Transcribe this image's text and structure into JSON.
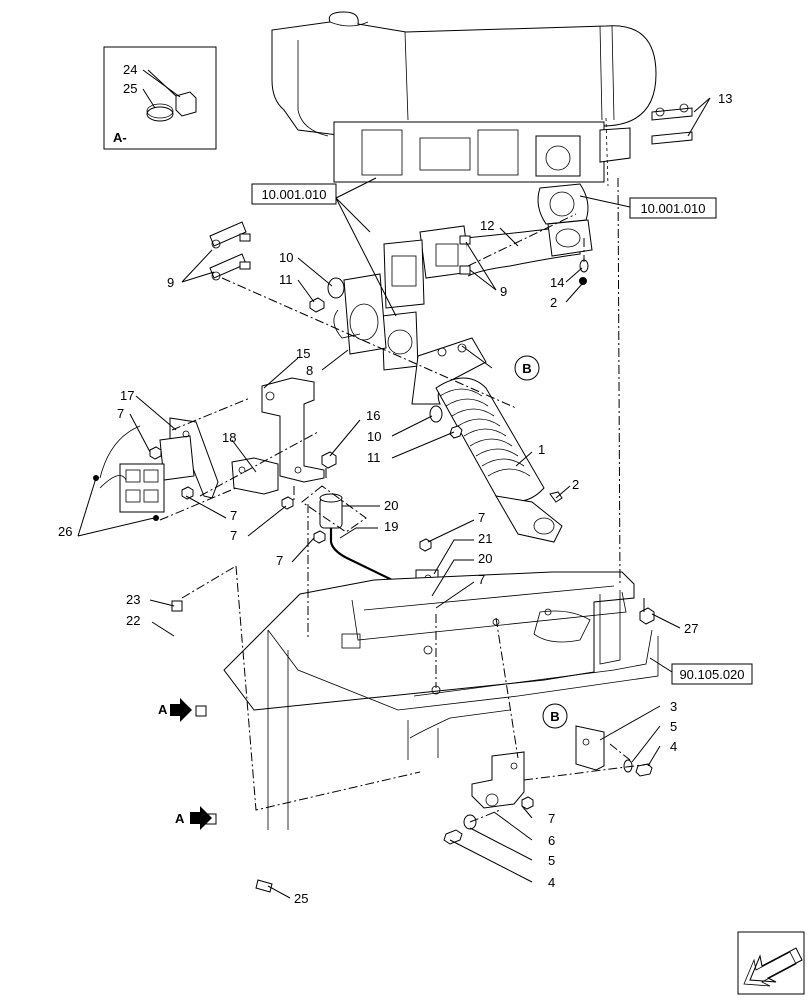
{
  "callouts": {
    "n1": "1",
    "n2a": "2",
    "n2b": "2",
    "n3": "3",
    "n4a": "4",
    "n4b": "4",
    "n5a": "5",
    "n5b": "5",
    "n6": "6",
    "n7a": "7",
    "n7b": "7",
    "n7c": "7",
    "n7d": "7",
    "n7e": "7",
    "n7f": "7",
    "n7g": "7",
    "n8": "8",
    "n9a": "9",
    "n9b": "9",
    "n10a": "10",
    "n10b": "10",
    "n11a": "11",
    "n11b": "11",
    "n12": "12",
    "n13": "13",
    "n14": "14",
    "n15": "15",
    "n16": "16",
    "n17": "17",
    "n18": "18",
    "n19": "19",
    "n20a": "20",
    "n20b": "20",
    "n21": "21",
    "n22": "22",
    "n23": "23",
    "n24": "24",
    "n25a": "25",
    "n25b": "25",
    "n26": "26",
    "n27": "27"
  },
  "references": {
    "ref_a": "10.001.010",
    "ref_b": "10.001.010",
    "ref_c": "90.105.020"
  },
  "markers": {
    "detail_a": "A-",
    "view_a1": "A",
    "view_a2": "A",
    "circle_b1": "B",
    "circle_b2": "B"
  }
}
